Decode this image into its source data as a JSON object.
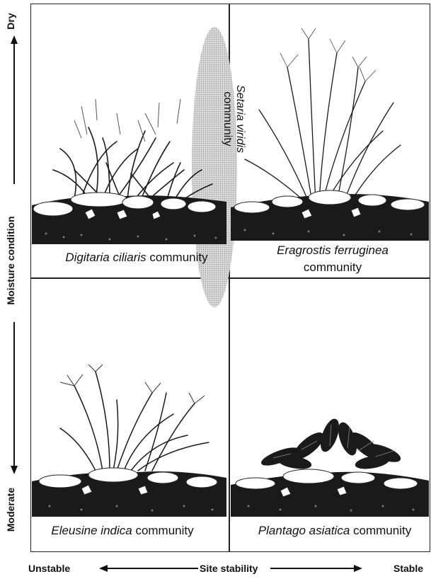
{
  "axes": {
    "y_top": "Dry",
    "y_title": "Moisture condition",
    "y_bottom": "Moderate",
    "x_left": "Unstable",
    "x_title": "Site stability",
    "x_right": "Stable"
  },
  "panels": {
    "top_left": {
      "species": "Digitaria ciliaris",
      "suffix": " community"
    },
    "top_right": {
      "species": "Eragrostis ferruginea",
      "suffix": "community"
    },
    "bottom_left": {
      "species": "Eleusine indica",
      "suffix": " community"
    },
    "bottom_right": {
      "species": "Plantago asiatica",
      "suffix": " community"
    }
  },
  "overlay": {
    "species": "Setaria viridis",
    "suffix": "community"
  },
  "colors": {
    "ink": "#111111",
    "oval": "#c8c8c8",
    "soil": "#1a1a1a"
  }
}
